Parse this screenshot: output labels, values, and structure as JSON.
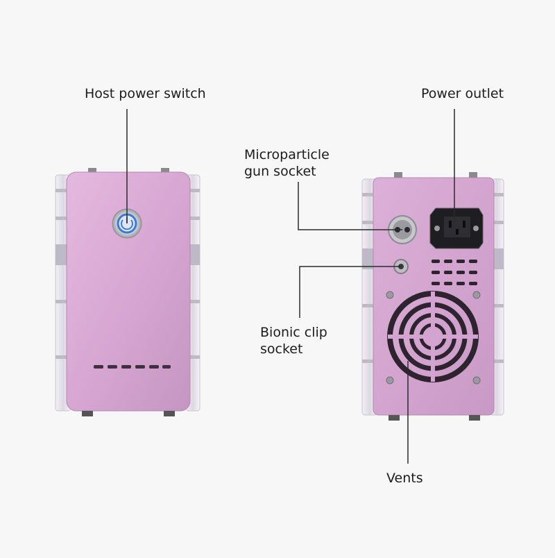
{
  "labels": {
    "host_power_switch": "Host power switch",
    "power_outlet": "Power outlet",
    "microparticle_gun_socket": [
      "Microparticle",
      "gun socket"
    ],
    "bionic_clip_socket": [
      "Bionic clip",
      "socket"
    ],
    "vents": "Vents"
  },
  "colors": {
    "background": "#f7f7f7",
    "body_pink": "#d9a9d3",
    "body_pink_dark": "#b886b4",
    "frame_clear": "#e9e6ee",
    "leader_line": "#2a2a2a",
    "switch_ring_blue": "#3a7bd5",
    "text": "#1c1c1c"
  },
  "icons": {
    "switch": "power-button-icon",
    "outlet": "iec-power-outlet-icon",
    "fan": "fan-grille-icon"
  }
}
